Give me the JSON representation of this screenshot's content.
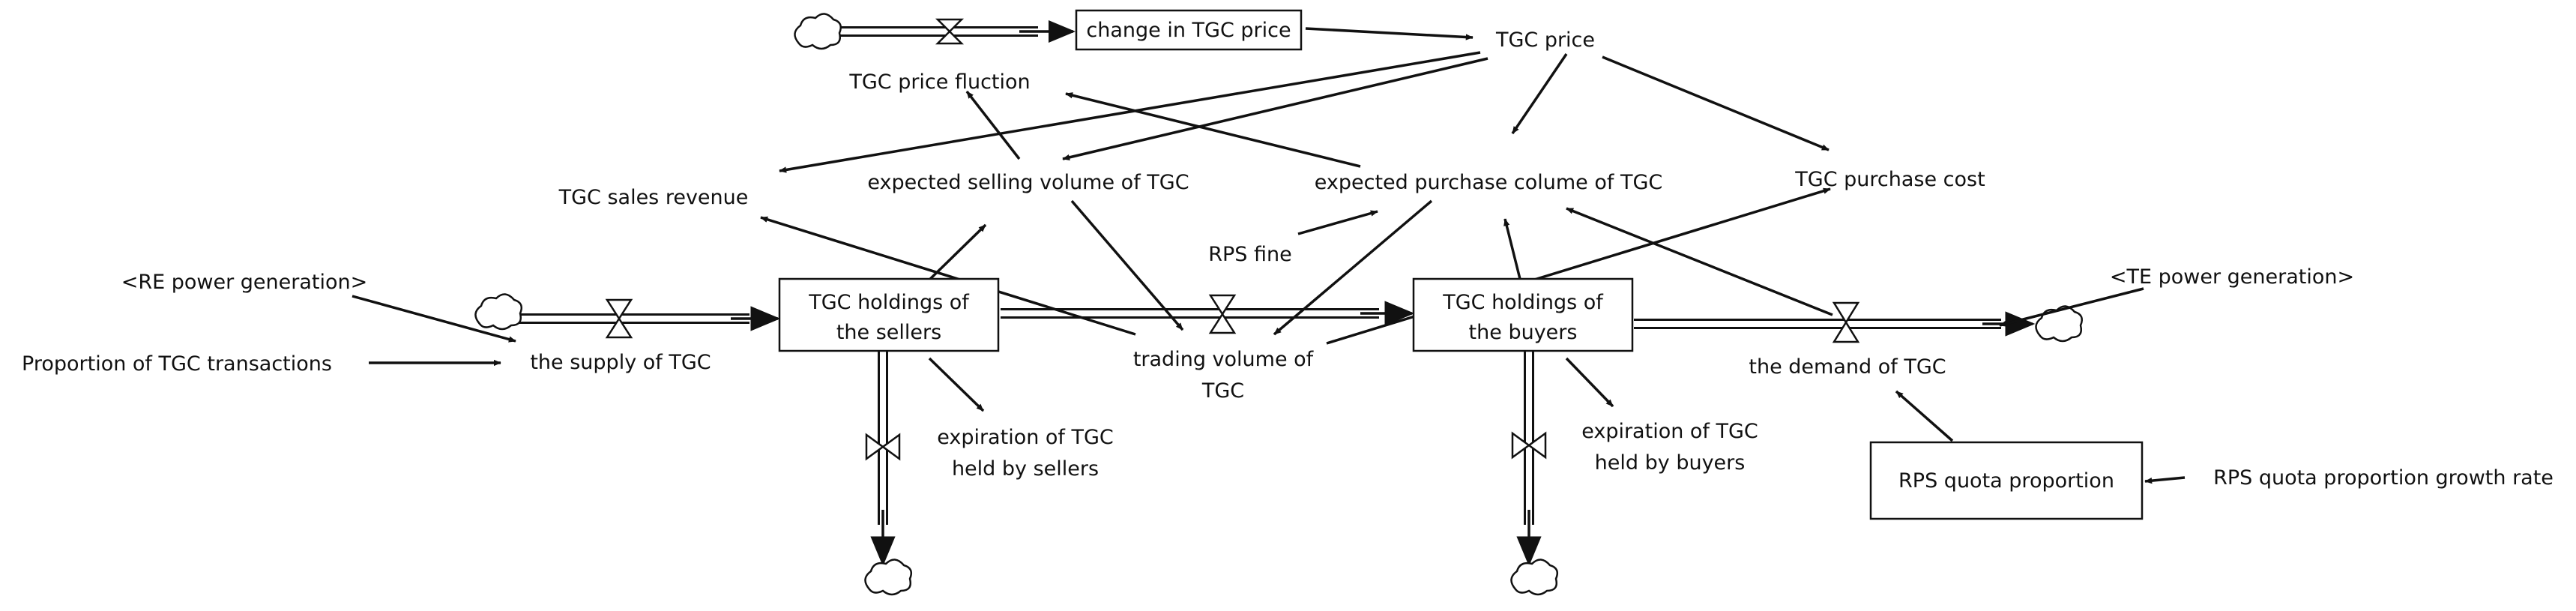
{
  "stocks": {
    "sellers": [
      "TGC holdings of",
      "the sellers"
    ],
    "buyers": [
      "TGC holdings of",
      "the buyers"
    ],
    "change_price": "change in TGC price",
    "rps_quota": "RPS quota proportion"
  },
  "flows": {
    "price_fluction": "TGC price fluction",
    "supply": "the supply of TGC",
    "trading_volume": [
      "trading volume of",
      "TGC"
    ],
    "demand": "the demand of TGC",
    "expiration_sellers": [
      "expiration of TGC",
      "held by sellers"
    ],
    "expiration_buyers": [
      "expiration of TGC",
      "held by buyers"
    ]
  },
  "variables": {
    "tgc_price": "TGC price",
    "sales_revenue": "TGC sales revenue",
    "expected_selling": "expected selling volume of TGC",
    "expected_purchase": "expected purchase colume of TGC",
    "purchase_cost": "TGC purchase cost",
    "rps_fine": "RPS fine",
    "re_power": "<RE power generation>",
    "te_power": "<TE power generation>",
    "proportion": "Proportion of TGC transactions",
    "rps_growth": "RPS quota proportion growth rate"
  }
}
